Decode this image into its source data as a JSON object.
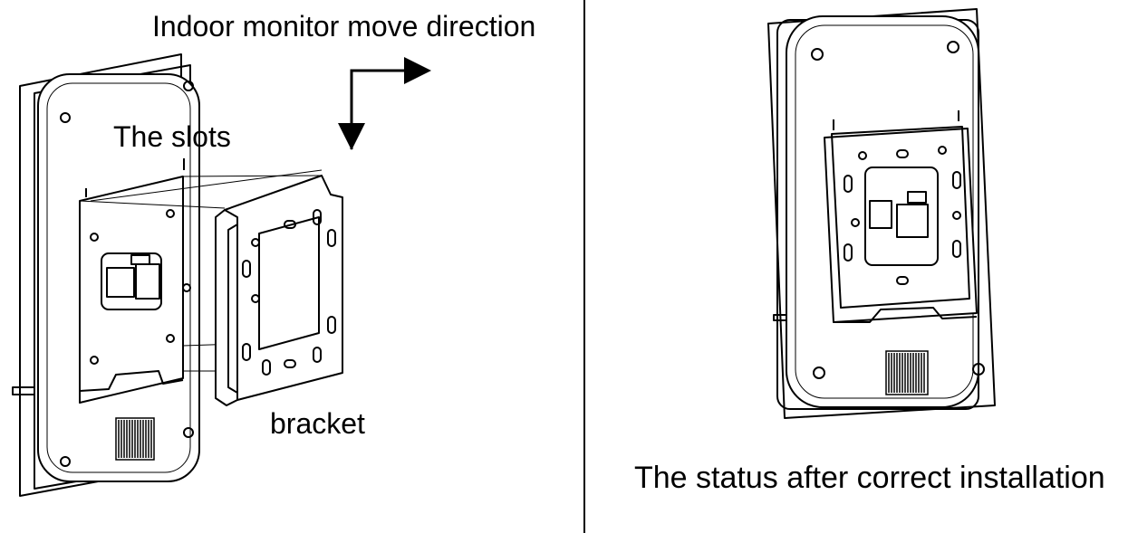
{
  "labels": {
    "move_direction": "Indoor monitor move direction",
    "slots": "The slots",
    "bracket": "bracket",
    "status": "The status after correct installation"
  },
  "colors": {
    "line": "#000000",
    "background": "#ffffff"
  }
}
